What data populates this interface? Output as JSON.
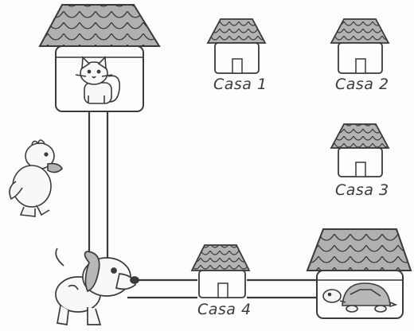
{
  "houses": [
    {
      "id": "casa1",
      "label": "Casa 1"
    },
    {
      "id": "casa2",
      "label": "Casa 2"
    },
    {
      "id": "casa3",
      "label": "Casa 3"
    },
    {
      "id": "casa4",
      "label": "Casa 4"
    }
  ],
  "characters": {
    "cat": "cat-drawing",
    "duck": "duck-drawing",
    "dog": "dog-drawing",
    "turtle": "turtle-drawing"
  },
  "colors": {
    "roof": "#a9a9a9",
    "outline": "#3a3a3a",
    "paper": "#fdfdfd"
  }
}
